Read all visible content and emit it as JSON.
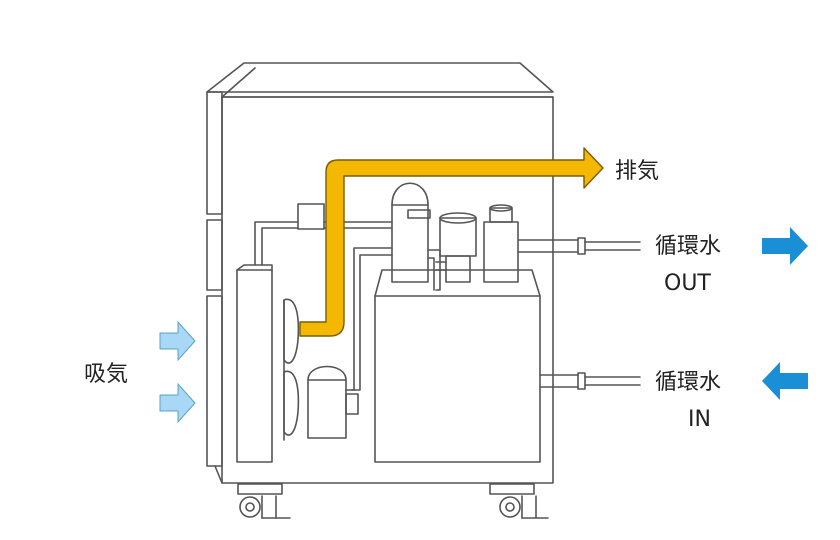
{
  "labels": {
    "exhaust": "排気",
    "intake": "吸気",
    "water_out_line1": "循環水",
    "water_out_line2": "OUT",
    "water_in_line1": "循環水",
    "water_in_line2": "IN"
  },
  "colors": {
    "outline": "#555555",
    "exhaust_arrow": "#f5b800",
    "exhaust_arrow_edge": "#7a5c00",
    "intake_arrow": "#a8d8f5",
    "water_arrow": "#1a8fd6"
  }
}
